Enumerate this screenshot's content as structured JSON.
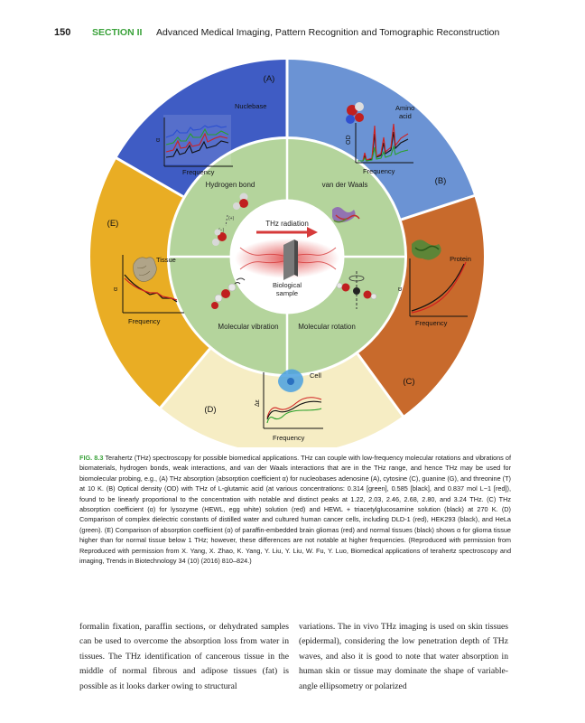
{
  "header": {
    "page_number": "150",
    "section": "SECTION II",
    "title": "Advanced Medical Imaging, Pattern Recognition and Tomographic Reconstruction"
  },
  "figure": {
    "panels": {
      "A": {
        "tag": "(A)",
        "name": "Nuclebase",
        "xlabel": "Frequency",
        "ylabel": "α"
      },
      "B": {
        "tag": "(B)",
        "name": "Amino acid",
        "name_line1": "Amino",
        "name_line2": "acid",
        "xlabel": "Frequency",
        "ylabel": "OD"
      },
      "C": {
        "tag": "(C)",
        "name": "Protein",
        "xlabel": "Frequency",
        "ylabel": "α"
      },
      "D": {
        "tag": "(D)",
        "name": "Cell",
        "xlabel": "Frequency",
        "ylabel": "Δε"
      },
      "E": {
        "tag": "(E)",
        "name": "Tissue",
        "xlabel": "Frequency",
        "ylabel": "α"
      }
    },
    "inner": {
      "hydrogen_bond": "Hydrogen bond",
      "van_der_waals": "van der Waals",
      "molecular_vibration": "Molecular vibration",
      "molecular_rotation": "Molecular rotation"
    },
    "center": {
      "thz_radiation": "THz radiation",
      "bio_sample": "Biological sample",
      "bio_line1": "Biological",
      "bio_line2": "sample"
    },
    "colors": {
      "A": "#3f5cc4",
      "B": "#6b93d4",
      "C": "#c86a2c",
      "D": "#f6edc4",
      "E": "#e9ad24",
      "inner_ring": "#b4d49c"
    }
  },
  "caption": {
    "label": "FIG. 8.3",
    "text": "Terahertz (THz) spectroscopy for possible biomedical applications. THz can couple with low-frequency molecular rotations and vibrations of biomaterials, hydrogen bonds, weak interactions, and van der Waals interactions that are in the THz range, and hence THz may be used for biomolecular probing, e.g., (A) THz absorption (absorption coefficient α) for nucleobases adenosine (A), cytosine (C), guanine (G), and threonine (T) at 10 K. (B) Optical density (OD) with THz of L-glutamic acid (at various concentrations: 0.314 [green], 0.585 [black], and 0.837 mol L−1 [red]), found to be linearly proportional to the concentration with notable and distinct peaks at 1.22, 2.03, 2.46, 2.68, 2.80, and 3.24 THz. (C) THz absorption coefficient (α) for lysozyme (HEWL, egg white) solution (red) and HEWL + triacetylglucosamine solution (black) at 270 K. (D) Comparison of complex dielectric constants of distilled water and cultured human cancer cells, including DLD-1 (red), HEK293 (black), and HeLa (green). (E) Comparison of absorption coefficient (α) of paraffin-embedded brain gliomas (red) and normal tissues (black) shows α for glioma tissue higher than for normal tissue below 1 THz; however, these differences are not notable at higher frequencies. (Reproduced with permission from Reproduced with permission from X. Yang, X. Zhao, K. Yang, Y. Liu, Y. Liu, W. Fu, Y. Luo, Biomedical applications of terahertz spectroscopy and imaging, Trends in Biotechnology 34 (10) (2016) 810–824.)"
  },
  "body": {
    "left": "formalin fixation, paraffin sections, or dehydrated samples can be used to overcome the absorption loss from water in tissues. The THz identification of cancerous tissue in the middle of normal fibrous and adipose tissues (fat) is possible as it looks darker owing to structural",
    "right": "variations. The in vivo THz imaging is used on skin tissues (epidermal), considering the low penetration depth of THz waves, and also it is good to note that water absorption in human skin or tissue may dominate the shape of variable-angle ellipsometry or polarized"
  }
}
